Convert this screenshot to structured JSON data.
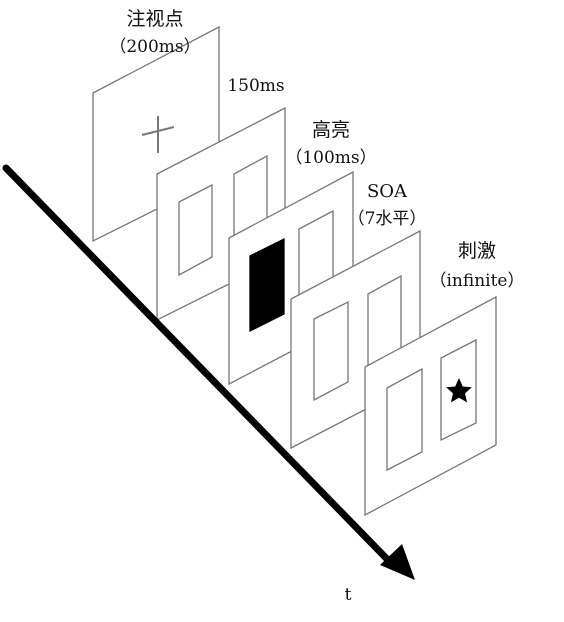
{
  "frames": [
    {
      "id": "fixation",
      "label": "注视点",
      "duration": "（200ms）",
      "content": "fixation-cross"
    },
    {
      "id": "isi",
      "label": "",
      "duration": "150ms",
      "content": "two-empty-boxes"
    },
    {
      "id": "highlight",
      "label": "高亮",
      "duration": "（100ms）",
      "content": "left-box-filled"
    },
    {
      "id": "soa",
      "label": "SOA",
      "duration": "（7水平）",
      "content": "two-empty-boxes"
    },
    {
      "id": "stimulus",
      "label": "刺激",
      "duration": "（infinite）",
      "content": "star-in-right-box"
    }
  ],
  "time_axis": {
    "label": "t"
  },
  "colors": {
    "stroke": "#777777",
    "fill": "#000000",
    "arrow": "#000000",
    "background": "#ffffff"
  }
}
